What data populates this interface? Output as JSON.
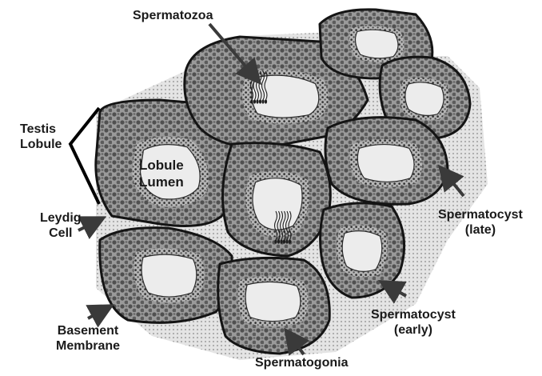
{
  "labels": {
    "spermatozoa": "Spermatozoa",
    "testis_lobule": [
      "Testis",
      "Lobule"
    ],
    "lobule_lumen": [
      "Lobule",
      "Lumen"
    ],
    "leydig_cell": [
      "Leydig",
      "Cell"
    ],
    "spermatocyst_late": [
      "Spermatocyst",
      "(late)"
    ],
    "spermatocyst_early": [
      "Spermatocyst",
      "(early)"
    ],
    "basement_membrane": [
      "Basement",
      "Membrane"
    ],
    "spermatogonia": "Spermatogonia"
  },
  "colors": {
    "outline": "#141414",
    "interstitial": "#d9d9d9",
    "tubule_fill": "#f2f2f2",
    "lumen": "#ececec",
    "cell_light": "#9a9a9a",
    "cell_dark": "#505050",
    "arrow": "#3a3a3a"
  }
}
